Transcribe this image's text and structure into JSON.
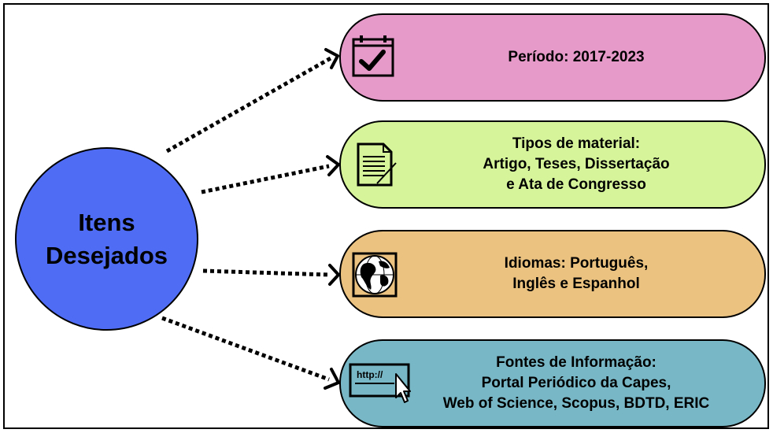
{
  "hub": {
    "line1": "Itens",
    "line2": "Desejados"
  },
  "items": [
    {
      "icon": "calendar-check-icon",
      "lines": [
        "Período: 2017-2023"
      ]
    },
    {
      "icon": "document-icon",
      "lines": [
        "Tipos de material:",
        "Artigo, Teses, Dissertação",
        "e Ata de Congresso"
      ]
    },
    {
      "icon": "globe-icon",
      "lines": [
        "Idiomas: Português,",
        "Inglês e Espanhol"
      ]
    },
    {
      "icon": "web-browser-icon",
      "icon_text": "http://",
      "lines": [
        "Fontes de Informação:",
        "Portal Periódico da Capes,",
        "Web of Science, Scopus, BDTD, ERIC"
      ]
    }
  ],
  "colors": {
    "hub": "#4f6cf5",
    "periodo": "#e69ac9",
    "tipos": "#d6f59a",
    "idiomas": "#ebc27f",
    "fontes": "#78b8c6"
  }
}
